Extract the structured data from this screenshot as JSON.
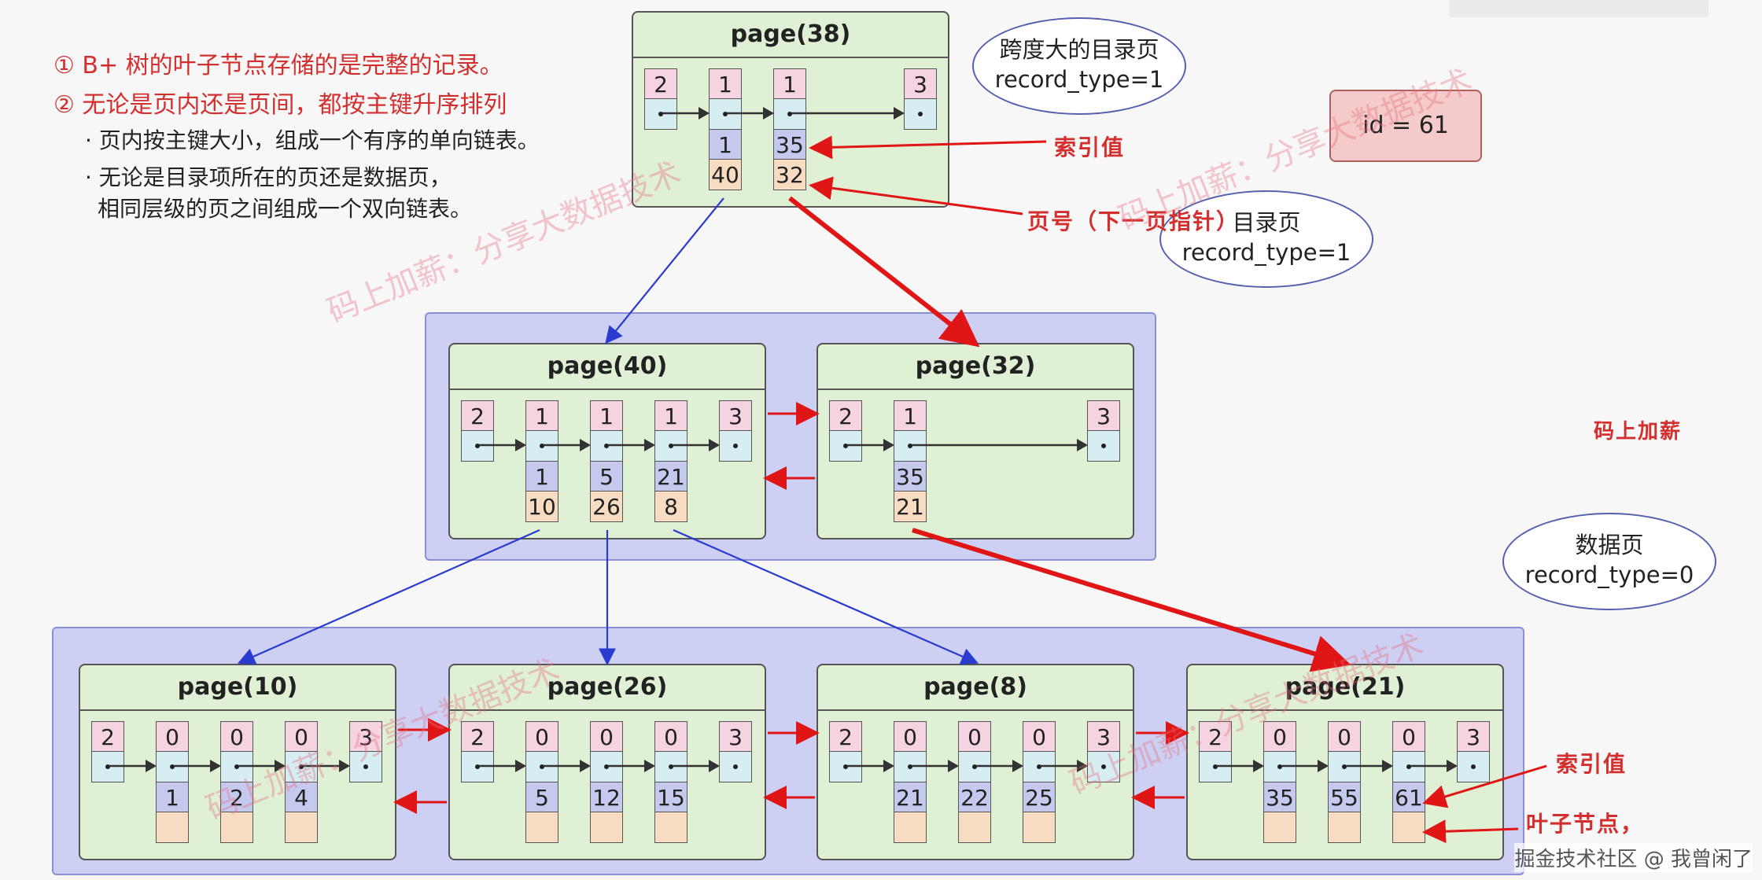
{
  "notes": {
    "line1": "① B+ 树的叶子节点存储的是完整的记录。",
    "line2": "② 无论是页内还是页间，都按主键升序排列",
    "line3": "· 页内按主键大小，组成一个有序的单向链表。",
    "line4": "· 无论是目录项所在的页还是数据页，",
    "line5": "相同层级的页之间组成一个双向链表。"
  },
  "bubbles": {
    "top_line1": "跨度大的目录页",
    "top_line2": "record_type=1",
    "mid_line1": "目录页",
    "mid_line2": "record_type=1",
    "bottom_line1": "数据页",
    "bottom_line2": "record_type=0"
  },
  "id_box": "id = 61",
  "labels": {
    "index_value_top": "索引值",
    "page_number": "页号（下一页指针）",
    "brand": "码上加薪",
    "index_value_bottom": "索引值",
    "leaf_node": "叶子节点，"
  },
  "watermark": "码上加薪：分享大数据技术",
  "footer_watermark": "掘金技术社区 @ 我曾闲了",
  "pages": {
    "p38": {
      "title": "page(38)",
      "records": [
        {
          "type": "2",
          "key": "",
          "page": ""
        },
        {
          "type": "1",
          "key": "1",
          "page": "40"
        },
        {
          "type": "1",
          "key": "35",
          "page": "32"
        },
        {
          "type": "3",
          "key": "",
          "page": ""
        }
      ]
    },
    "p40": {
      "title": "page(40)",
      "records": [
        {
          "type": "2",
          "key": "",
          "page": ""
        },
        {
          "type": "1",
          "key": "1",
          "page": "10"
        },
        {
          "type": "1",
          "key": "5",
          "page": "26"
        },
        {
          "type": "1",
          "key": "21",
          "page": "8"
        },
        {
          "type": "3",
          "key": "",
          "page": ""
        }
      ]
    },
    "p32": {
      "title": "page(32)",
      "records": [
        {
          "type": "2",
          "key": "",
          "page": ""
        },
        {
          "type": "1",
          "key": "35",
          "page": "21"
        },
        {
          "type": "3",
          "key": "",
          "page": ""
        }
      ]
    },
    "p10": {
      "title": "page(10)",
      "records": [
        {
          "type": "2",
          "key": "",
          "page": ""
        },
        {
          "type": "0",
          "key": "1",
          "page": ""
        },
        {
          "type": "0",
          "key": "2",
          "page": ""
        },
        {
          "type": "0",
          "key": "4",
          "page": ""
        },
        {
          "type": "3",
          "key": "",
          "page": ""
        }
      ]
    },
    "p26": {
      "title": "page(26)",
      "records": [
        {
          "type": "2",
          "key": "",
          "page": ""
        },
        {
          "type": "0",
          "key": "5",
          "page": ""
        },
        {
          "type": "0",
          "key": "12",
          "page": ""
        },
        {
          "type": "0",
          "key": "15",
          "page": ""
        },
        {
          "type": "3",
          "key": "",
          "page": ""
        }
      ]
    },
    "p8": {
      "title": "page(8)",
      "records": [
        {
          "type": "2",
          "key": "",
          "page": ""
        },
        {
          "type": "0",
          "key": "21",
          "page": ""
        },
        {
          "type": "0",
          "key": "22",
          "page": ""
        },
        {
          "type": "0",
          "key": "25",
          "page": ""
        },
        {
          "type": "3",
          "key": "",
          "page": ""
        }
      ]
    },
    "p21": {
      "title": "page(21)",
      "records": [
        {
          "type": "2",
          "key": "",
          "page": ""
        },
        {
          "type": "0",
          "key": "35",
          "page": ""
        },
        {
          "type": "0",
          "key": "55",
          "page": ""
        },
        {
          "type": "0",
          "key": "61",
          "page": ""
        },
        {
          "type": "3",
          "key": "",
          "page": ""
        }
      ]
    }
  },
  "colors": {
    "pointer_blue": "#2a3bd0",
    "search_red": "#e01515",
    "page_fill": "#dff0d4",
    "band_fill": "#cdd0f2"
  }
}
